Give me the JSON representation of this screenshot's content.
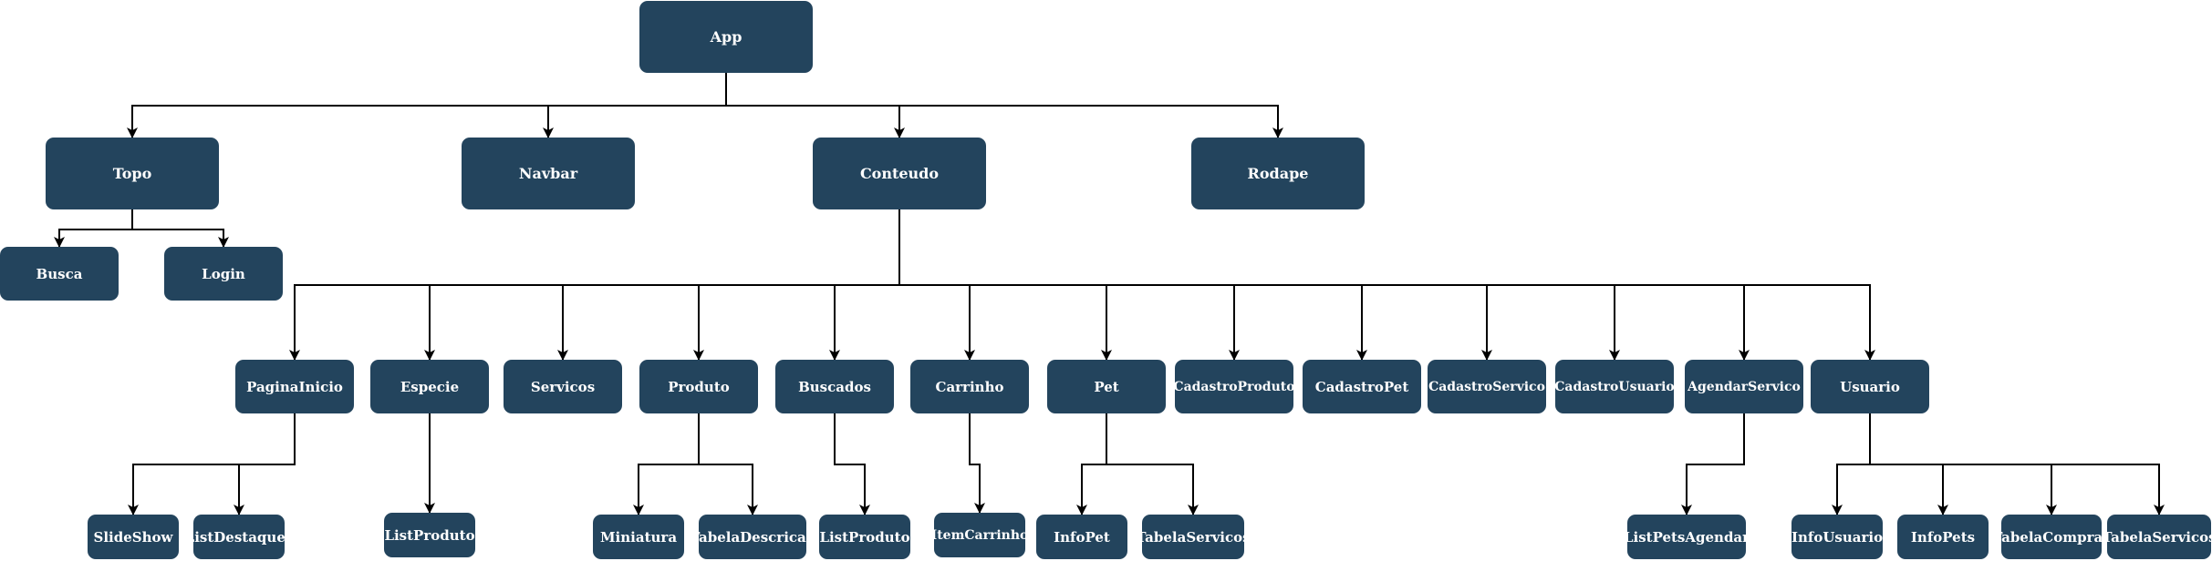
{
  "colors": {
    "node_fill": "#23445d",
    "node_text": "#ffffff",
    "edge": "#000000"
  },
  "nodes": [
    {
      "id": "app",
      "label": "App"
    },
    {
      "id": "topo",
      "label": "Topo"
    },
    {
      "id": "navbar",
      "label": "Navbar"
    },
    {
      "id": "conteudo",
      "label": "Conteudo"
    },
    {
      "id": "rodape",
      "label": "Rodape"
    },
    {
      "id": "busca",
      "label": "Busca"
    },
    {
      "id": "login",
      "label": "Login"
    },
    {
      "id": "pagina-inicio",
      "label": "PaginaInicio"
    },
    {
      "id": "especie",
      "label": "Especie"
    },
    {
      "id": "servicos",
      "label": "Servicos"
    },
    {
      "id": "produto",
      "label": "Produto"
    },
    {
      "id": "buscados",
      "label": "Buscados"
    },
    {
      "id": "carrinho",
      "label": "Carrinho"
    },
    {
      "id": "pet",
      "label": "Pet"
    },
    {
      "id": "cadastro-produto",
      "label": "CadastroProduto"
    },
    {
      "id": "cadastro-pet",
      "label": "CadastroPet"
    },
    {
      "id": "cadastro-servico",
      "label": "CadastroServico"
    },
    {
      "id": "cadastro-usuario",
      "label": "CadastroUsuario"
    },
    {
      "id": "agendar-servico",
      "label": "AgendarServico"
    },
    {
      "id": "usuario",
      "label": "Usuario"
    },
    {
      "id": "slide-show",
      "label": "SlideShow"
    },
    {
      "id": "list-destaques",
      "label": "ListDestaques"
    },
    {
      "id": "list-produto-especie",
      "label": "ListProduto"
    },
    {
      "id": "miniatura",
      "label": "Miniatura"
    },
    {
      "id": "tabela-descricao",
      "label": "TabelaDescricao"
    },
    {
      "id": "list-produto-buscados",
      "label": "ListProduto"
    },
    {
      "id": "item-carrinho",
      "label": "ItemCarrinho"
    },
    {
      "id": "info-pet",
      "label": "InfoPet"
    },
    {
      "id": "tabela-servicos-pet",
      "label": "TabelaServicos"
    },
    {
      "id": "list-pets-agendar",
      "label": "ListPetsAgendar"
    },
    {
      "id": "info-usuario",
      "label": "InfoUsuario"
    },
    {
      "id": "info-pets",
      "label": "InfoPets"
    },
    {
      "id": "tabela-compras",
      "label": "TabelaCompras"
    },
    {
      "id": "tabela-servicos-usuario",
      "label": "TabelaServicos"
    }
  ],
  "edges": [
    [
      "app",
      "topo"
    ],
    [
      "app",
      "navbar"
    ],
    [
      "app",
      "conteudo"
    ],
    [
      "app",
      "rodape"
    ],
    [
      "topo",
      "busca"
    ],
    [
      "topo",
      "login"
    ],
    [
      "conteudo",
      "pagina-inicio"
    ],
    [
      "conteudo",
      "especie"
    ],
    [
      "conteudo",
      "servicos"
    ],
    [
      "conteudo",
      "produto"
    ],
    [
      "conteudo",
      "buscados"
    ],
    [
      "conteudo",
      "carrinho"
    ],
    [
      "conteudo",
      "pet"
    ],
    [
      "conteudo",
      "cadastro-produto"
    ],
    [
      "conteudo",
      "cadastro-pet"
    ],
    [
      "conteudo",
      "cadastro-servico"
    ],
    [
      "conteudo",
      "cadastro-usuario"
    ],
    [
      "conteudo",
      "agendar-servico"
    ],
    [
      "conteudo",
      "usuario"
    ],
    [
      "pagina-inicio",
      "slide-show"
    ],
    [
      "pagina-inicio",
      "list-destaques"
    ],
    [
      "especie",
      "list-produto-especie"
    ],
    [
      "produto",
      "miniatura"
    ],
    [
      "produto",
      "tabela-descricao"
    ],
    [
      "buscados",
      "list-produto-buscados"
    ],
    [
      "carrinho",
      "item-carrinho"
    ],
    [
      "pet",
      "info-pet"
    ],
    [
      "pet",
      "tabela-servicos-pet"
    ],
    [
      "agendar-servico",
      "list-pets-agendar"
    ],
    [
      "usuario",
      "info-usuario"
    ],
    [
      "usuario",
      "info-pets"
    ],
    [
      "usuario",
      "tabela-compras"
    ],
    [
      "usuario",
      "tabela-servicos-usuario"
    ]
  ]
}
